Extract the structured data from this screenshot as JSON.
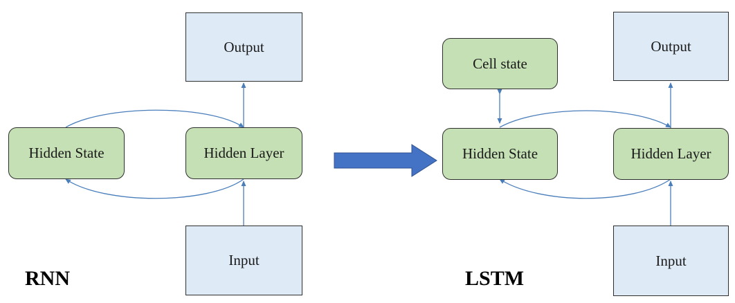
{
  "rnn": {
    "title": "RNN",
    "output": "Output",
    "hidden_state": "Hidden State",
    "hidden_layer": "Hidden Layer",
    "input": "Input"
  },
  "lstm": {
    "title": "LSTM",
    "cell_state": "Cell state",
    "output": "Output",
    "hidden_state": "Hidden State",
    "hidden_layer": "Hidden Layer",
    "input": "Input"
  },
  "colors": {
    "io_box_fill": "#deebf7",
    "hidden_box_fill": "#c5e0b4",
    "connector": "#4a7ebb",
    "transition_arrow": "#4472c4"
  }
}
